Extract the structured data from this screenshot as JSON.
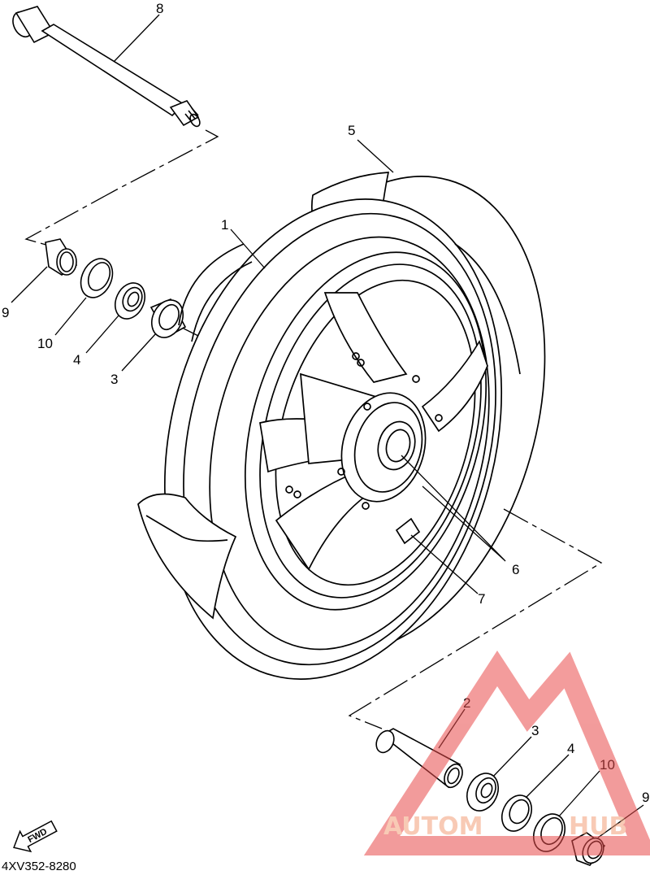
{
  "diagram": {
    "callouts": {
      "c1": "1",
      "c2": "2",
      "c3a": "3",
      "c3b": "3",
      "c4a": "4",
      "c4b": "4",
      "c5": "5",
      "c6": "6",
      "c7": "7",
      "c8": "8",
      "c9a": "9",
      "c9b": "9",
      "c10a": "10",
      "c10b": "10"
    },
    "fwd_label": "FWD",
    "diagram_code": "4XV352-8280"
  },
  "watermark": {
    "brand_left": "AUTOM",
    "brand_right": "HUB",
    "color": "#f4a07a",
    "triangle_color": "#e94b4b"
  }
}
